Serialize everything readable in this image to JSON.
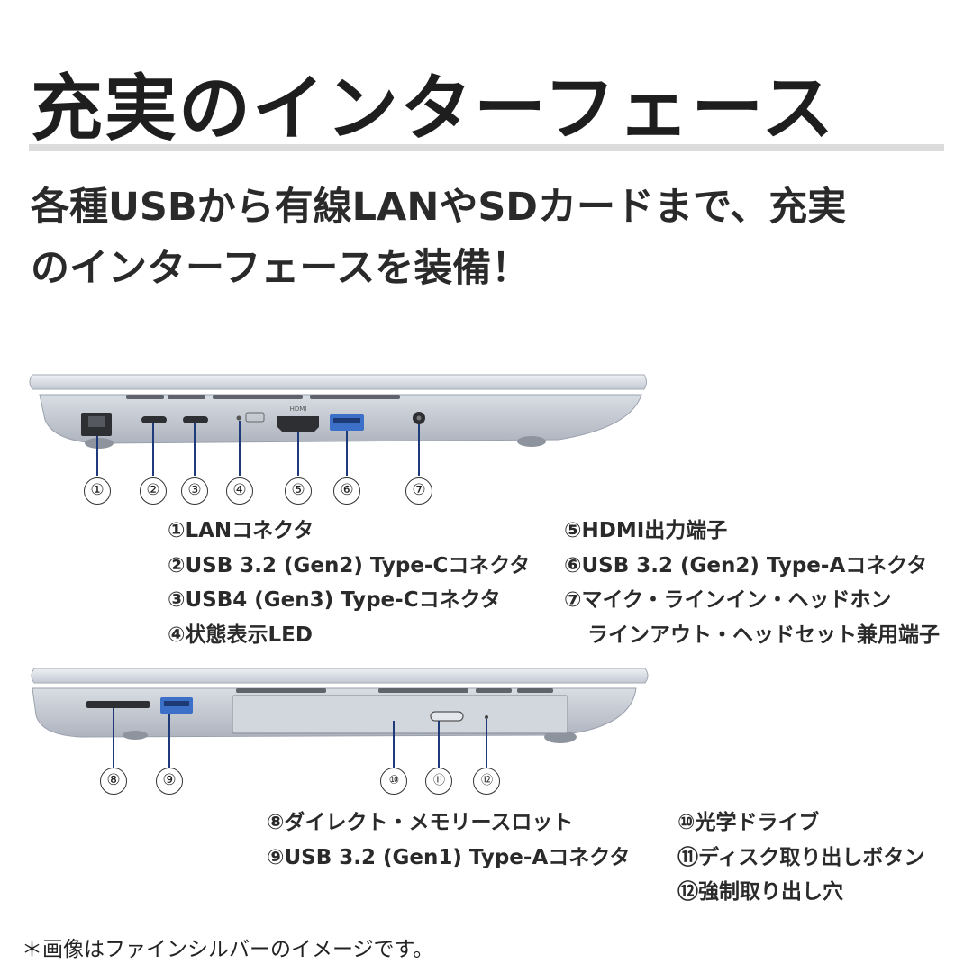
{
  "title": "充実のインターフェース",
  "subtitle": {
    "line1": "各種USBから有線LANやSDカードまで、充実",
    "line2": "のインターフェースを装備！"
  },
  "top_view": {
    "markers": [
      "①",
      "②",
      "③",
      "④",
      "⑤",
      "⑥",
      "⑦"
    ],
    "port_marks": {
      "hdmi": "HDMI"
    },
    "left_list": [
      "①LANコネクタ",
      "②USB 3.2 (Gen2) Type-Cコネクタ",
      "③USB4 (Gen3) Type-Cコネクタ",
      "④状態表示LED"
    ],
    "right_list": [
      "⑤HDMI出力端子",
      "⑥USB 3.2 (Gen2) Type-Aコネクタ",
      "⑦マイク・ラインイン・ヘッドホン",
      "ラインアウト・ヘッドセット兼用端子"
    ]
  },
  "bottom_view": {
    "markers": [
      "⑧",
      "⑨",
      "⑩",
      "⑪",
      "⑫"
    ],
    "left_list": [
      "⑧ダイレクト・メモリースロット",
      "⑨USB 3.2 (Gen1) Type-Aコネクタ"
    ],
    "right_list": [
      "⑩光学ドライブ",
      "⑪ディスク取り出しボタン",
      "⑫強制取り出し穴"
    ]
  },
  "footnote": "＊画像はファインシルバーのイメージです。",
  "colors": {
    "laptop_body": "#c8cdd6",
    "laptop_edge": "#9aa1ad",
    "port": "#2e2f33",
    "leader": "#1f3a7a"
  }
}
